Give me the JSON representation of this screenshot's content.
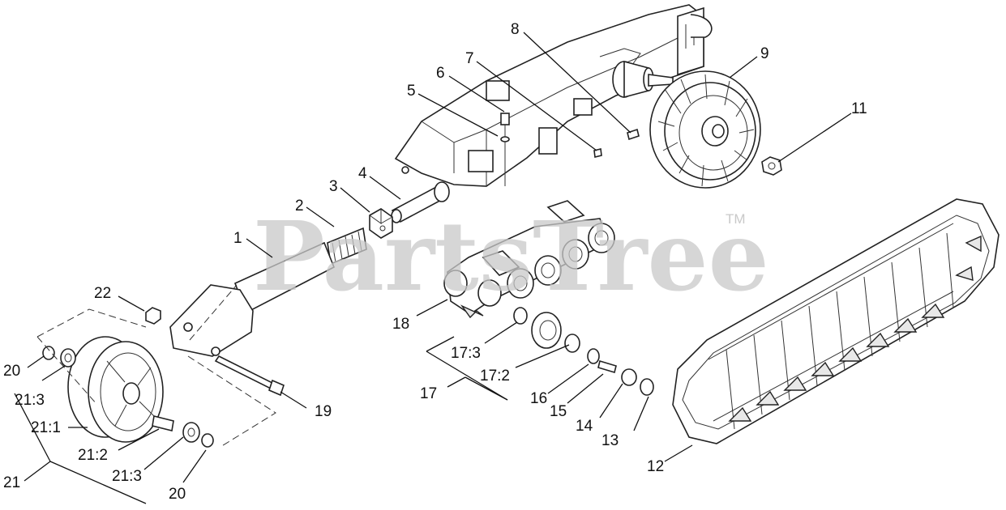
{
  "watermark": {
    "brand": "PartsTree",
    "trademark": "TM"
  },
  "callouts": {
    "c1": "1",
    "c2": "2",
    "c3": "3",
    "c4": "4",
    "c5": "5",
    "c6": "6",
    "c7": "7",
    "c8": "8",
    "c9": "9",
    "c11": "11",
    "c12": "12",
    "c13": "13",
    "c14": "14",
    "c15": "15",
    "c16": "16",
    "c17": "17",
    "c17_2": "17:2",
    "c17_3": "17:3",
    "c18": "18",
    "c19": "19",
    "c20a": "20",
    "c20b": "20",
    "c21": "21",
    "c21_1": "21:1",
    "c21_2": "21:2",
    "c21_3a": "21:3",
    "c21_3b": "21:3",
    "c22": "22"
  }
}
